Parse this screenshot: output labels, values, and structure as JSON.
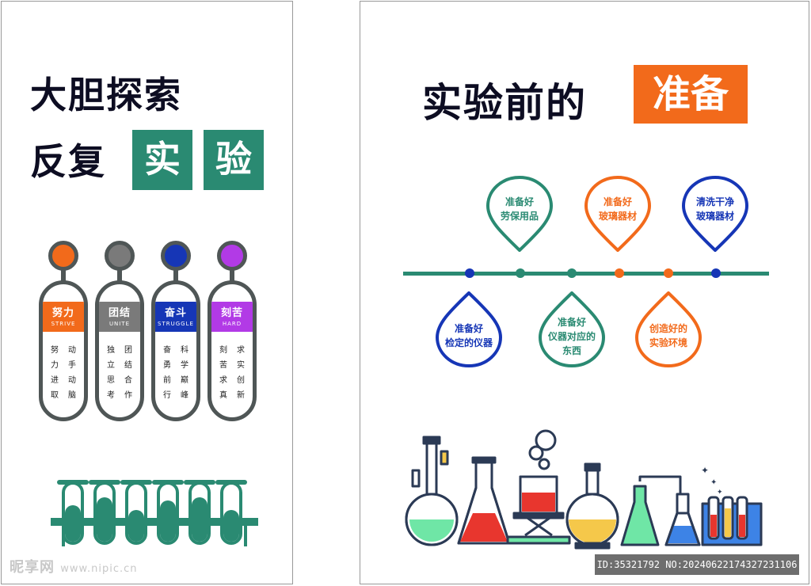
{
  "left": {
    "title_line1": "大胆探索",
    "title_line2": "反复",
    "highlight1": "实",
    "highlight2": "验",
    "pills": [
      {
        "cn": "努力",
        "en": "STRIVE",
        "color": "#f26a1b",
        "knob_color": "#f26a1b",
        "col1": [
          "努",
          "力",
          "进",
          "取"
        ],
        "col2": [
          "动",
          "手",
          "动",
          "脑"
        ]
      },
      {
        "cn": "团结",
        "en": "UNITE",
        "color": "#7a7a7a",
        "knob_color": "#7a7a7a",
        "col1": [
          "独",
          "立",
          "思",
          "考"
        ],
        "col2": [
          "团",
          "结",
          "合",
          "作"
        ]
      },
      {
        "cn": "奋斗",
        "en": "STRUGGLE",
        "color": "#1636b6",
        "knob_color": "#1636b6",
        "col1": [
          "奋",
          "勇",
          "前",
          "行"
        ],
        "col2": [
          "科",
          "学",
          "巅",
          "峰"
        ]
      },
      {
        "cn": "刻苦",
        "en": "HARD",
        "color": "#b23ae6",
        "knob_color": "#b23ae6",
        "col1": [
          "刻",
          "苦",
          "求",
          "真"
        ],
        "col2": [
          "求",
          "实",
          "创",
          "新"
        ]
      }
    ],
    "teal": "#2a8a72"
  },
  "right": {
    "title": "实验前的",
    "highlight": "准备",
    "orange": "#f26a1b",
    "top_drops": [
      {
        "lines": [
          "准备好",
          "劳保用品"
        ],
        "color": "#2a8a72"
      },
      {
        "lines": [
          "准备好",
          "玻璃器材"
        ],
        "color": "#f26a1b"
      },
      {
        "lines": [
          "清洗干净",
          "玻璃器材"
        ],
        "color": "#1636b6"
      }
    ],
    "bottom_drops": [
      {
        "lines": [
          "准备好",
          "检定的仪器"
        ],
        "color": "#1636b6"
      },
      {
        "lines": [
          "准备好",
          "仪器对应的",
          "东西"
        ],
        "color": "#2a8a72"
      },
      {
        "lines": [
          "创造好的",
          "实验环境"
        ],
        "color": "#f26a1b"
      }
    ],
    "dots": [
      "#1636b6",
      "#2a8a72",
      "#2a8a72",
      "#f26a1b",
      "#f26a1b",
      "#1636b6"
    ]
  },
  "watermark": {
    "logo": "昵享网",
    "url": "www.nipic.cn"
  },
  "id_text": "ID:35321792 NO:20240622174327231106"
}
